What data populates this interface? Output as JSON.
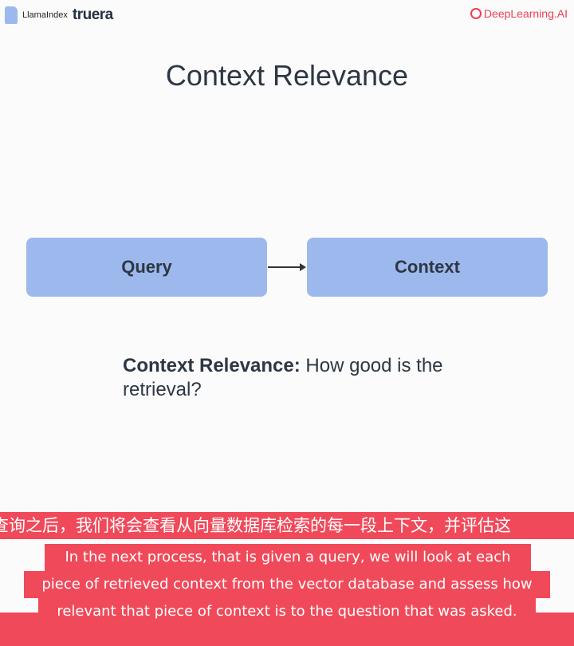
{
  "header": {
    "llamaindex_logo": "LlamaIndex",
    "truera_logo": "truera",
    "deeplearning_logo": "DeepLearning.AI"
  },
  "slide": {
    "title": "Context Relevance",
    "query_box": "Query",
    "context_box": "Context",
    "description_bold": "Context Relevance:",
    "description_text": " How good is the retrieval?"
  },
  "subtitles": {
    "chinese": "查询之后，我们将会查看从向量数据库检索的每一段上下文，并评估这",
    "english": [
      "In the next process, that is given a query, we will look at each",
      "piece of retrieved context from the vector database and assess how",
      "relevant that piece of context is to the question that was asked."
    ]
  }
}
